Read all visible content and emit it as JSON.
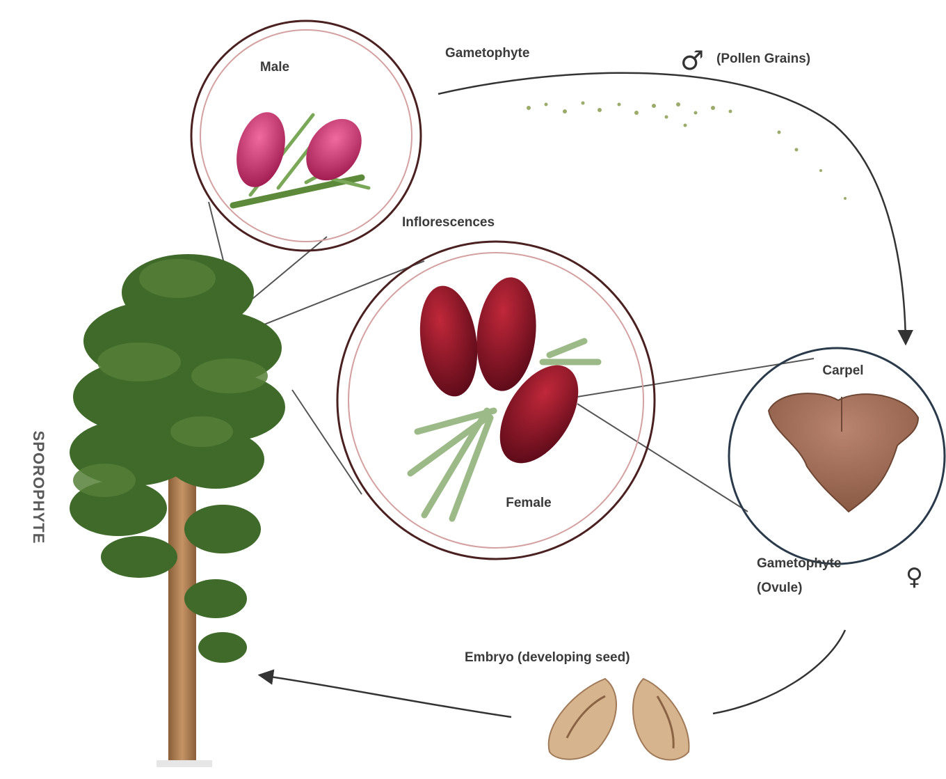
{
  "diagram": {
    "labels": {
      "sporophyte": "SPOROPHYTE",
      "male": "Male",
      "female": "Female",
      "gametophyte_top": "Gametophyte",
      "male_symbol": "♂",
      "pollen_grains": "(Pollen Grains)",
      "inflorescences": "Inflorescences",
      "carpel": "Carpel",
      "gametophyte_ovule_1": "Gametophyte",
      "gametophyte_ovule_2": "(Ovule)",
      "female_symbol": "♀",
      "embryo": "Embryo (developing seed)"
    },
    "icons": [
      "pine-tree-icon",
      "male-cone-icon",
      "female-cone-icon",
      "carpel-icon",
      "seed-icon",
      "pollen-icon"
    ],
    "colors": {
      "male_cone": "#c8306a",
      "female_cone": "#8e1428",
      "ring": "#7a3a3a",
      "carpel": "#a06a52",
      "seed": "#caa47c",
      "foliage": "#3f6a2a",
      "trunk": "#a47a4f",
      "arrow": "#333333"
    }
  }
}
